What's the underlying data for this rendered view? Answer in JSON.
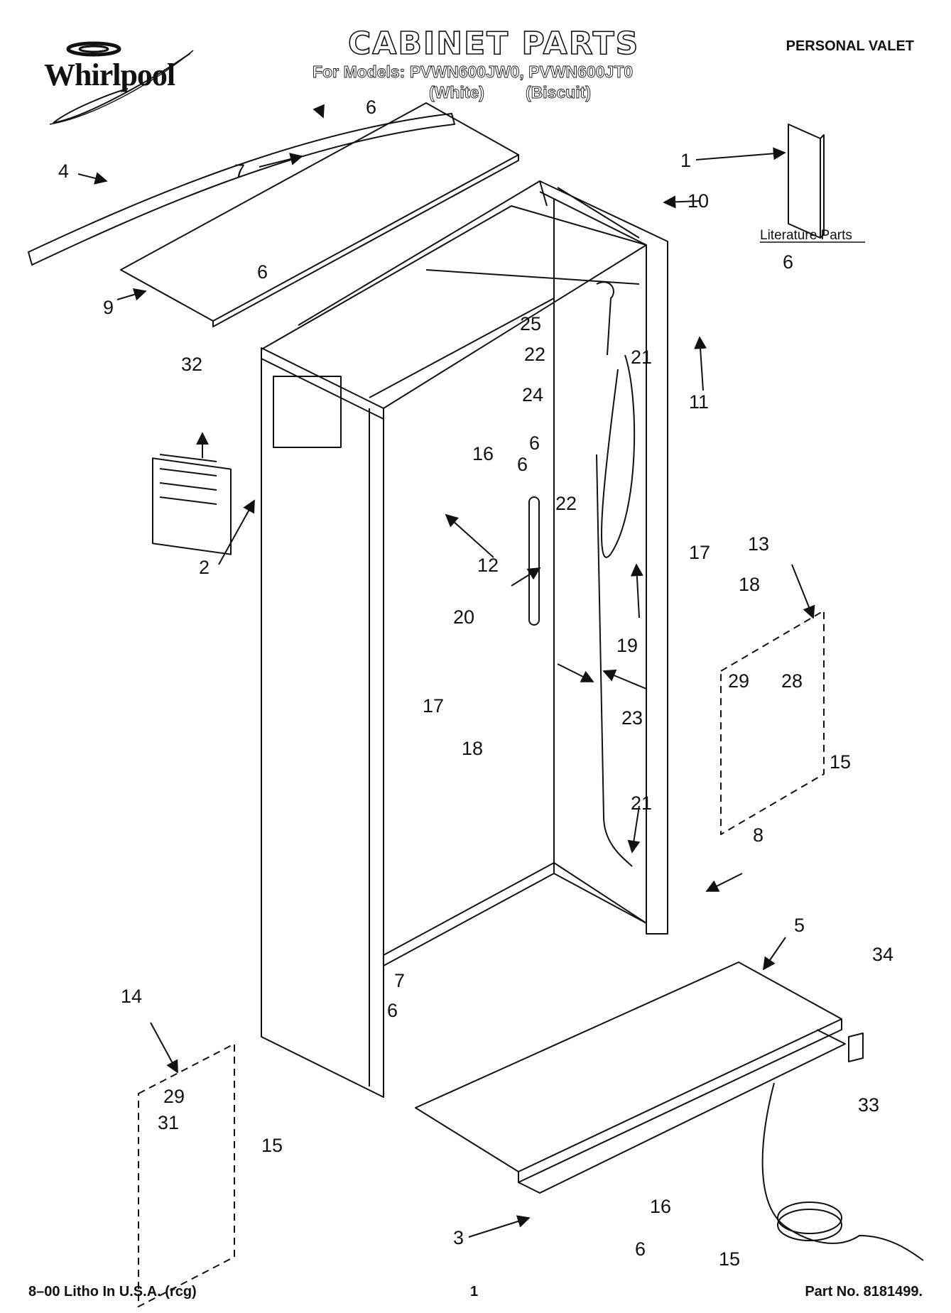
{
  "header": {
    "brand": "Whirlpool",
    "title": "CABINET PARTS",
    "models_line": "For Models: PVWN600JW0, PVWN600JT0",
    "color_white": "(White)",
    "color_biscuit": "(Biscuit)",
    "product": "PERSONAL VALET"
  },
  "literature_label": "Literature Parts",
  "callouts": {
    "c1": "1",
    "c2": "2",
    "c3": "3",
    "c4": "4",
    "c5": "5",
    "c6a": "6",
    "c6b": "6",
    "c6c": "6",
    "c6d": "6",
    "c6e": "6",
    "c6f": "6",
    "c6g": "6",
    "c7a": "7",
    "c7b": "7",
    "c8": "8",
    "c9": "9",
    "c10": "10",
    "c11": "11",
    "c12": "12",
    "c13": "13",
    "c14": "14",
    "c15a": "15",
    "c15b": "15",
    "c15c": "15",
    "c16a": "16",
    "c16b": "16",
    "c17a": "17",
    "c17b": "17",
    "c18a": "18",
    "c18b": "18",
    "c19": "19",
    "c20": "20",
    "c21a": "21",
    "c21b": "21",
    "c22a": "22",
    "c22b": "22",
    "c23": "23",
    "c24": "24",
    "c25": "25",
    "c28": "28",
    "c29a": "29",
    "c29b": "29",
    "c31": "31",
    "c32": "32",
    "c33": "33",
    "c34": "34"
  },
  "footer": {
    "left": "8–00 Litho In U.S.A. (rcg)",
    "page": "1",
    "right": "Part No. 8181499."
  }
}
